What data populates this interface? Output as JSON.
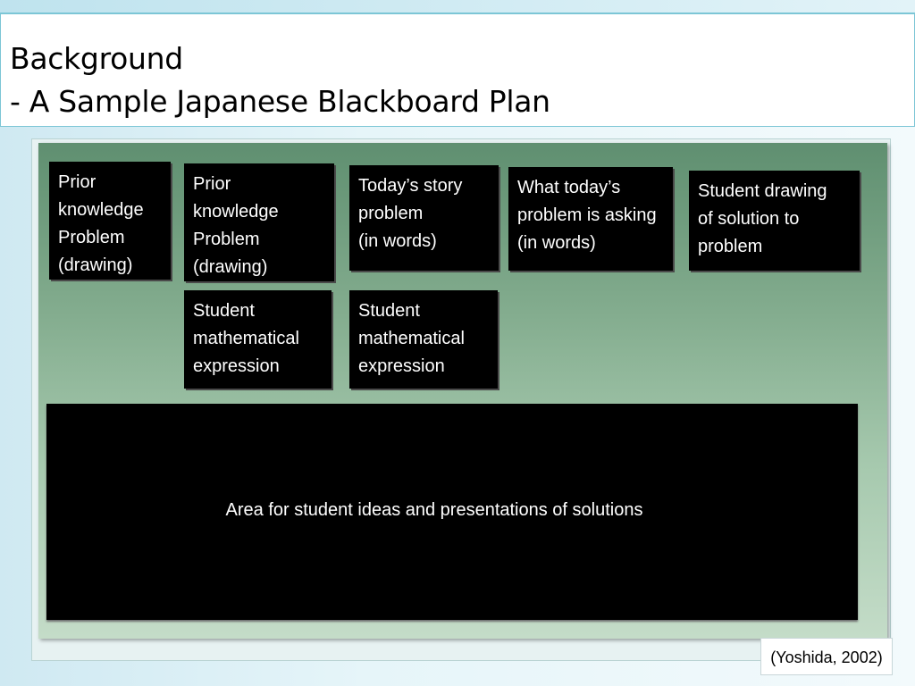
{
  "slide": {
    "title_line1": "Background",
    "title_line2": "- A Sample Japanese Blackboard Plan"
  },
  "board": {
    "cards": [
      {
        "id": "prior-knowledge-1",
        "text": "Prior\nknowledge\nProblem\n(drawing)"
      },
      {
        "id": "prior-knowledge-2",
        "text": "Prior\nknowledge\nProblem\n(drawing)"
      },
      {
        "id": "todays-story-problem",
        "text": "Today’s story\nproblem\n(in words)"
      },
      {
        "id": "problem-asking",
        "text": "What today’s\nproblem is asking\n(in words)"
      },
      {
        "id": "student-drawing",
        "text": "Student drawing\nof solution to\nproblem"
      },
      {
        "id": "student-expression-1",
        "text": "Student\nmathematical\nexpression"
      },
      {
        "id": "student-expression-2",
        "text": "Student\nmathematical\nexpression"
      }
    ],
    "presentation_area": "Area for student ideas and presentations of solutions"
  },
  "citation": "(Yoshida, 2002)"
}
